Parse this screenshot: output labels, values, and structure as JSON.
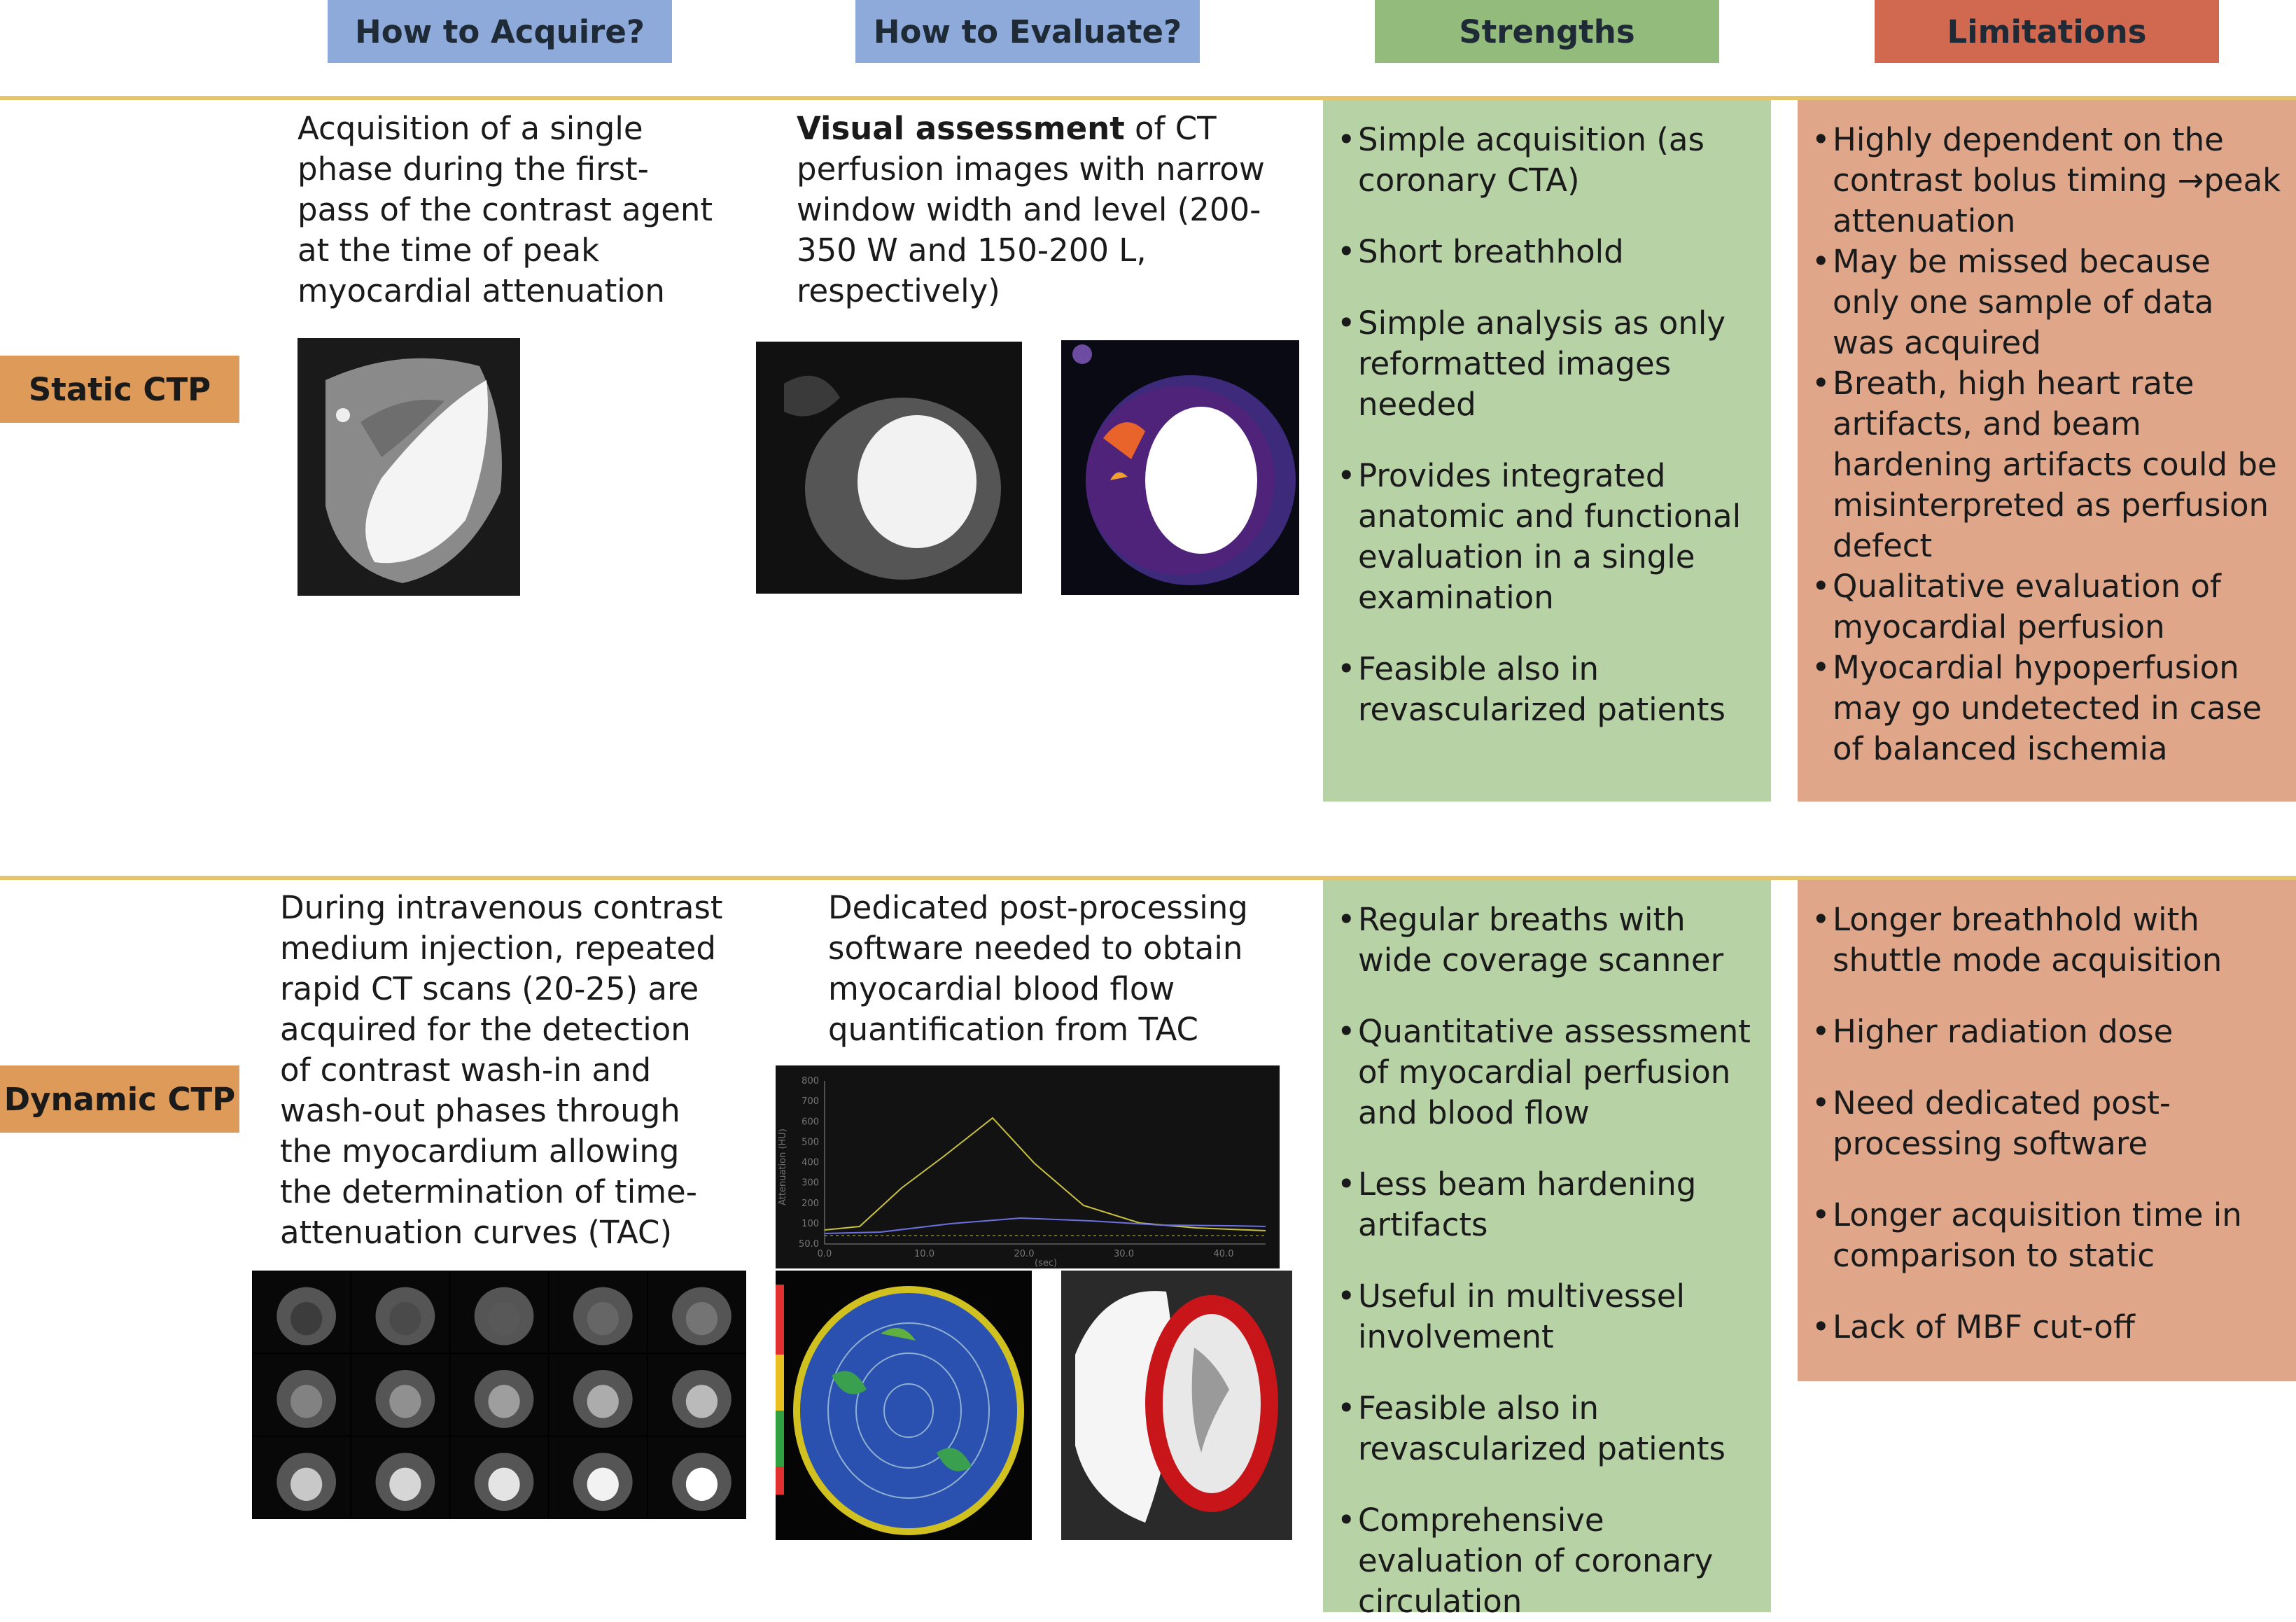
{
  "headers": {
    "acquire": "How to Acquire?",
    "evaluate": "How to Evaluate?",
    "strengths": "Strengths",
    "limitations": "Limitations"
  },
  "static": {
    "label": "Static CTP",
    "acquire_text": "Acquisition of a single phase during the first-pass of the contrast agent at the time of peak myocardial attenuation",
    "evaluate_bold": "Visual assessment",
    "evaluate_text": " of CT perfusion images with narrow window width and level (200-350 W and 150-200 L, respectively)",
    "strengths": [
      "Simple acquisition (as coronary CTA)",
      "Short breathhold",
      "Simple analysis as only reformatted images needed",
      "Provides integrated anatomic and functional evaluation in a single examination",
      "Feasible also in revascularized patients"
    ],
    "limitations": [
      "Highly dependent on the contrast bolus timing →peak attenuation",
      "May be missed because only one sample of data was acquired",
      "Breath, high heart rate artifacts, and beam hardening artifacts could be misinterpreted as perfusion defect",
      "Qualitative evaluation of myocardial perfusion",
      "Myocardial hypoperfusion may go undetected in case of balanced ischemia"
    ]
  },
  "dynamic": {
    "label": "Dynamic CTP",
    "acquire_text": "During intravenous contrast medium injection, repeated rapid CT scans (20-25) are acquired for the detection of contrast wash-in and wash-out phases through the myocardium allowing the determination of time-attenuation curves (TAC)",
    "evaluate_text": "Dedicated post-processing software needed to obtain myocardial blood flow quantification from TAC",
    "strengths": [
      "Regular breaths with wide coverage scanner",
      "Quantitative assessment of myocardial perfusion and blood flow",
      "Less beam hardening artifacts",
      "Useful in multivessel involvement",
      "Feasible also in revascularized patients",
      "Comprehensive evaluation of coronary circulation"
    ],
    "limitations": [
      "Longer breathhold with shuttle mode acquisition",
      "Higher radiation dose",
      "Need dedicated post-processing software",
      "Longer acquisition time in comparison to static",
      "Lack of MBF cut-off"
    ]
  },
  "chart_data": {
    "type": "line",
    "ylabel": "Attenuation (HU)",
    "xlabel": "(sec)",
    "yticks": [
      "800",
      "700",
      "600",
      "500",
      "400",
      "300",
      "200",
      "100",
      "50.0"
    ],
    "xticks": [
      "0.0",
      "10.0",
      "20.0",
      "30.0",
      "40.0"
    ]
  },
  "colors": {
    "header_blue": "#8eaadb",
    "header_green": "#93bb7b",
    "header_red": "#d0694f",
    "row_label": "#dd9a58",
    "strength_box": "#b7d3a6",
    "limitation_box": "#dfa68a",
    "rule": "#e6c36f"
  }
}
